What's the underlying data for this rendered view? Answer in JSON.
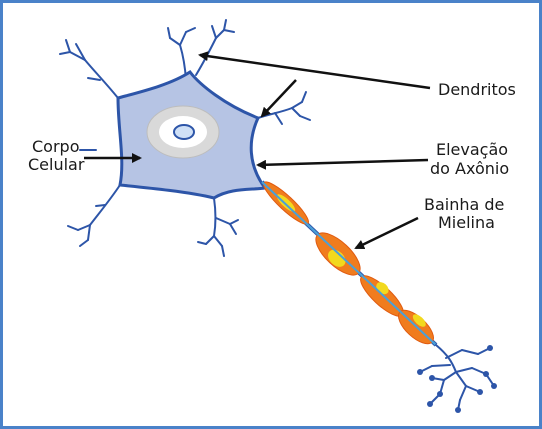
{
  "colors": {
    "border": "#4a82c9",
    "cell_fill": "#b6c4e4",
    "cell_outline": "#2d55a8",
    "nucleus_ring": "#d9d9d9",
    "myelin_fill": "#f07c1e",
    "myelin_core": "#f2d91e",
    "axon": "#4aa0d8"
  },
  "labels": {
    "dendritos": "Dendritos",
    "corpo_line1": "Corpo",
    "corpo_line2": "Celular",
    "elevacao_line1": "Elevação",
    "elevacao_line2": "do Axônio",
    "bainha_line1": "Bainha de",
    "bainha_line2": "Mielina"
  }
}
